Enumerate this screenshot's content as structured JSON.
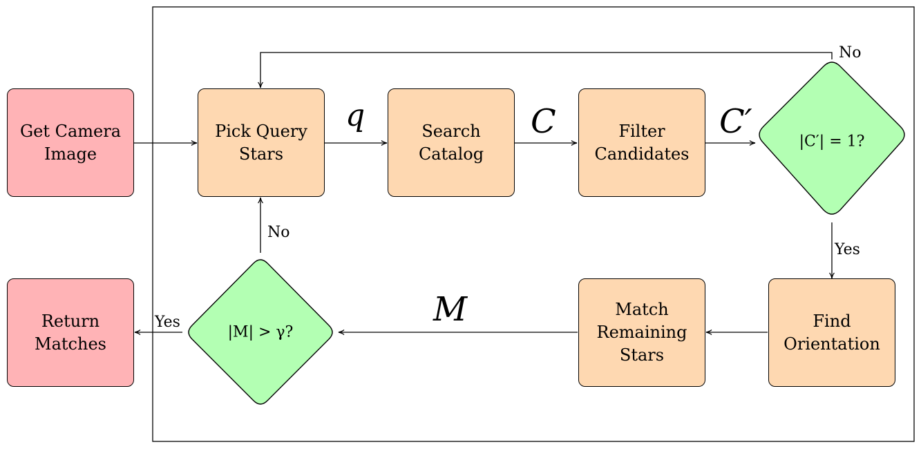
{
  "nodes": {
    "get_camera_image": "Get Camera\nImage",
    "pick_query_stars": "Pick Query\nStars",
    "search_catalog": "Search\nCatalog",
    "filter_candidates": "Filter\nCandidates",
    "find_orientation": "Find\nOrientation",
    "match_remaining_stars": "Match\nRemaining\nStars",
    "return_matches": "Return\nMatches"
  },
  "decisions": {
    "candidate_check": "|C′| = 1?",
    "match_threshold": "|M| > γ?"
  },
  "edge_labels": {
    "q": "q",
    "C": "C",
    "C_prime": "C′",
    "M": "M",
    "no_top": "No",
    "yes_right": "Yes",
    "no_left": "No",
    "yes_left": "Yes"
  },
  "colors": {
    "io_box": "#ffb3b6",
    "process_box": "#fed8b1",
    "decision": "#b3ffb3"
  }
}
